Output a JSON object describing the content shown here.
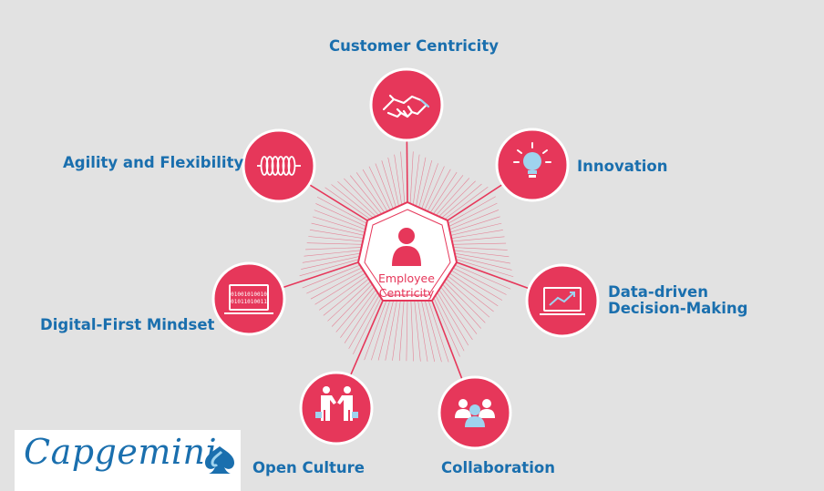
{
  "center": {
    "label_line1": "Employee",
    "label_line2": "Centricity",
    "icon": "person-icon"
  },
  "nodes": [
    {
      "id": "customer-centricity",
      "label": "Customer Centricity",
      "icon": "handshake-icon"
    },
    {
      "id": "innovation",
      "label": "Innovation",
      "icon": "lightbulb-icon"
    },
    {
      "id": "data-driven",
      "label_line1": "Data-driven",
      "label_line2": "Decision-Making",
      "icon": "laptop-chart-icon"
    },
    {
      "id": "collaboration",
      "label": "Collaboration",
      "icon": "people-group-icon"
    },
    {
      "id": "open-culture",
      "label": "Open Culture",
      "icon": "business-handshake-icon"
    },
    {
      "id": "digital-first",
      "label": "Digital-First Mindset",
      "icon": "laptop-binary-icon",
      "binary_line1": "01001010010",
      "binary_line2": "01011010011"
    },
    {
      "id": "agility",
      "label": "Agility and Flexibility",
      "icon": "spring-coil-icon"
    }
  ],
  "logo": {
    "text": "Capgemini",
    "icon": "capgemini-spade-icon"
  },
  "colors": {
    "node": "#e6375a",
    "label": "#1a6fae",
    "background": "#e2e2e2",
    "spoke": "#e6375a",
    "logo_blue": "#1a6fae"
  }
}
